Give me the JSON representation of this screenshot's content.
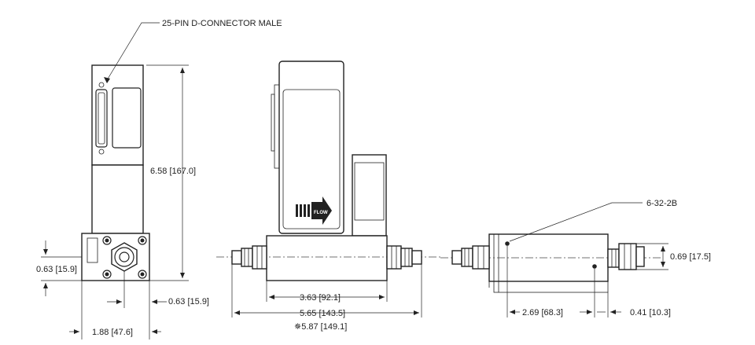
{
  "callouts": {
    "connector": "25-PIN D-CONNECTOR MALE",
    "thread": "6-32-2B",
    "flow": "FLOW"
  },
  "dimensions": {
    "height": "6.58 [167.0]",
    "left_offset": "0.63 [15.9]",
    "right_offset": "0.63 [15.9]",
    "width": "1.88 [47.6]",
    "body_length": "3.63 [92.1]",
    "overall_length": "5.65 [143.5]",
    "alt_length": "✵5.87 [149.1]",
    "bottom_length": "2.69 [68.3]",
    "bottom_offset": "0.41 [10.3]",
    "bottom_height": "0.69 [17.5]"
  }
}
